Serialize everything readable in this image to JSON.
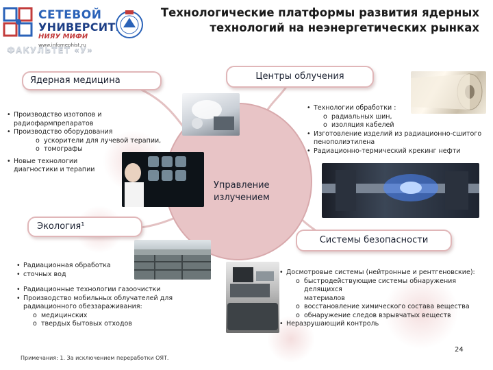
{
  "header": {
    "logo": {
      "line1": "СЕТЕВОЙ",
      "line2": "УНИВЕРСИТЕТ",
      "line3": "НИЯУ МИФИ",
      "url": "www.infomephist.ru"
    },
    "faculty": "ФАКУЛЬТЕТ «У»",
    "title_line1": "Технологические платформы развития ядерных",
    "title_line2": "технологий на неэнергетических рынках"
  },
  "center": {
    "line1": "Управление",
    "line2": "излучением"
  },
  "nuclear_medicine": {
    "label": "Ядерная медицина",
    "items": [
      {
        "kind": "b",
        "text": "Производство изотопов и"
      },
      {
        "kind": "c",
        "text": "радиофармпрепаратов"
      },
      {
        "kind": "b",
        "text": "Производство оборудования"
      },
      {
        "kind": "o2",
        "text": "ускорители для лучевой терапии,"
      },
      {
        "kind": "o2",
        "text": "томографы"
      },
      {
        "kind": "gap",
        "text": ""
      },
      {
        "kind": "b",
        "text": "Новые технологии"
      },
      {
        "kind": "c",
        "text": "диагностики и терапии"
      }
    ]
  },
  "irradiation_centers": {
    "label": "Центры облучения",
    "items": [
      {
        "kind": "b",
        "text": "Технологии обработки :"
      },
      {
        "kind": "o",
        "text": "радиальных шин,"
      },
      {
        "kind": "o",
        "text": "изоляция кабелей"
      },
      {
        "kind": "b",
        "text": "Изготовление изделий из радиационно-сшитого"
      },
      {
        "kind": "c",
        "text": "пенополиэтилена"
      },
      {
        "kind": "b",
        "text": "Радиационно-термический крекинг нефти"
      }
    ]
  },
  "ecology": {
    "label": "Экология¹",
    "items": [
      {
        "kind": "b",
        "text": "Радиационная обработка"
      },
      {
        "kind": "b",
        "text": " сточных вод"
      },
      {
        "kind": "gap",
        "text": ""
      },
      {
        "kind": "b",
        "text": "Радиационные технологии газоочистки"
      },
      {
        "kind": "b",
        "text": "Производство мобильных облучателей для"
      },
      {
        "kind": "c",
        "text": "радиационного обеззараживания:"
      },
      {
        "kind": "o",
        "text": "медицинских"
      },
      {
        "kind": "o",
        "text": "твердых бытовых отходов"
      }
    ]
  },
  "security": {
    "label": "Системы безопасности",
    "items": [
      {
        "kind": "b",
        "text": "Досмотровые системы (нейтронные и рентгеновские):"
      },
      {
        "kind": "o",
        "text": "быстродействующие системы обнаружения делящихся"
      },
      {
        "kind": "c2",
        "text": "материалов"
      },
      {
        "kind": "o",
        "text": "восстановление химического состава вещества"
      },
      {
        "kind": "o",
        "text": "обнаружение следов взрывчатых веществ"
      },
      {
        "kind": "b",
        "text": "Неразрушающий контроль"
      }
    ]
  },
  "footnote": "Примечания: 1. За исключением переработки ОЯТ.",
  "page_number": "24",
  "colors": {
    "circle_fill": "#e8c4c6",
    "bubble_border": "#e0b6b8",
    "title": "#1a1a1a",
    "logo_blue": "#2a62b8"
  }
}
